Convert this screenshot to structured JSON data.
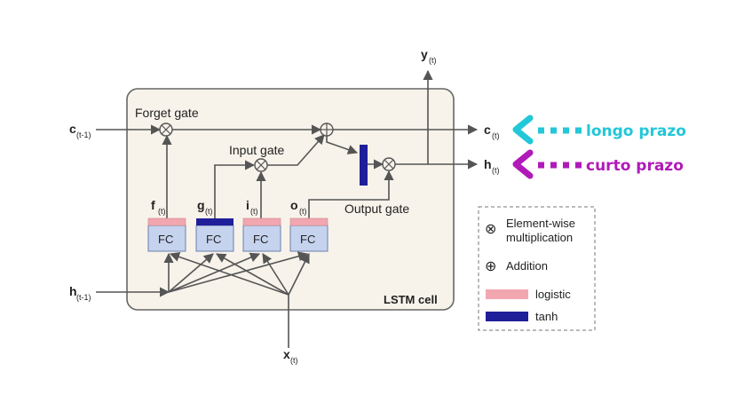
{
  "cell": {
    "title": "LSTM cell",
    "forget_gate": "Forget gate",
    "input_gate": "Input gate",
    "output_gate": "Output gate",
    "fc_label": "FC"
  },
  "signals": {
    "c_prev": "c",
    "c_prev_sub": "(t-1)",
    "h_prev": "h",
    "h_prev_sub": "(t-1)",
    "x": "x",
    "x_sub": "(t)",
    "y": "y",
    "y_sub": "(t)",
    "c_out": "c",
    "c_out_sub": "(t)",
    "h_out": "h",
    "h_out_sub": "(t)"
  },
  "gates": [
    {
      "letter": "f",
      "sub": "(t)",
      "bar": "logistic"
    },
    {
      "letter": "g",
      "sub": "(t)",
      "bar": "tanh"
    },
    {
      "letter": "i",
      "sub": "(t)",
      "bar": "logistic"
    },
    {
      "letter": "o",
      "sub": "(t)",
      "bar": "logistic"
    }
  ],
  "legend": {
    "mult_symbol": "⊗",
    "mult_label_1": "Element-wise",
    "mult_label_2": "multiplication",
    "add_symbol": "⊕",
    "add_label": "Addition",
    "logistic_label": "logistic",
    "tanh_label": "tanh"
  },
  "annotations": {
    "long_term": "longo prazo",
    "short_term": "curto prazo"
  },
  "colors": {
    "cell_bg": "#f7f3ea",
    "fc_fill": "#c5d3ee",
    "logistic": "#f2a7b0",
    "tanh": "#1f1f9a",
    "cyan": "#22c7d8",
    "magenta": "#b01ab8"
  }
}
